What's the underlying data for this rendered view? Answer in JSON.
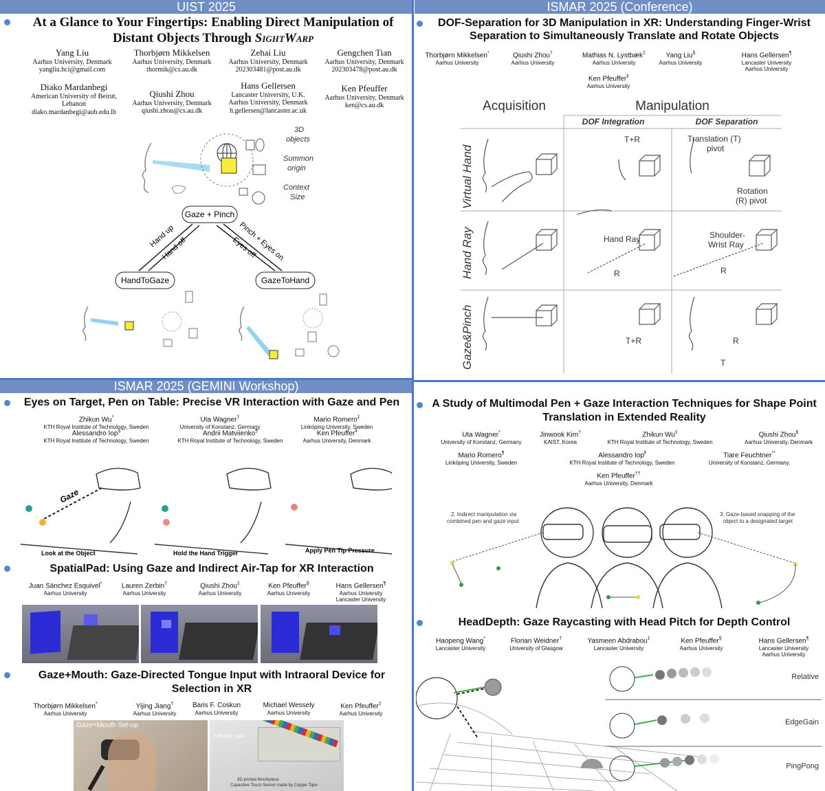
{
  "banners": {
    "uist": "UIST 2025",
    "ismar_conf": "ISMAR 2025 (Conference)",
    "ismar_workshop": "ISMAR 2025 (GEMINI Workshop)"
  },
  "sightwarp": {
    "title_line1": "At a Glance to Your Fingertips: Enabling Direct Manipulation of",
    "title_line2_prefix": "Distant Objects Through ",
    "title_line2_name": "SightWarp",
    "authors": [
      {
        "name": "Yang Liu",
        "aff": "Aarhus University, Denmark",
        "email": "yangliu.hci@gmail.com"
      },
      {
        "name": "Thorbjørn Mikkelsen",
        "aff": "Aarhus University, Denmark",
        "email": "thormik@cs.au.dk"
      },
      {
        "name": "Zehai Liu",
        "aff": "Aarhus University, Denmark",
        "email": "202303481@post.au.dk"
      },
      {
        "name": "Gengchen Tian",
        "aff": "Aarhus University, Denmark",
        "email": "202303478@post.au.dk"
      },
      {
        "name": "Diako Mardanbegi",
        "aff": "American University of Beirut,",
        "aff2": "Lebanon",
        "email": "diako.mardanbegi@aub.edu.lb"
      },
      {
        "name": "Qiushi Zhou",
        "aff": "Aarhus University, Denmark",
        "email": "qiushi.zhou@cs.au.dk"
      },
      {
        "name": "Hans Gellersen",
        "aff": "Lancaster University, U.K.",
        "aff2": "Aarhus University, Denmark",
        "email": "h.gellersen@lancaster.ac.uk"
      },
      {
        "name": "Ken Pfeuffer",
        "aff": "Aarhus University, Denmark",
        "email": "ken@cs.au.dk"
      }
    ],
    "figure": {
      "label_3d": "3D",
      "label_objects": "objects",
      "label_summon": "Summon",
      "label_origin": "origin",
      "label_context": "Context",
      "label_size": "Size",
      "node_gaze_pinch": "Gaze + Pinch",
      "node_hand_to_gaze": "HandToGaze",
      "node_gaze_to_hand": "GazeToHand",
      "edge_hand_up": "Hand up",
      "edge_hand_off": "Hand off",
      "edge_pinch_eyes_on": "Pinch + Eyes on",
      "edge_eyes_off": "Eyes off"
    }
  },
  "dof": {
    "title_line1": "DOF-Separation for 3D Manipulation in XR: Understanding Finger-Wrist",
    "title_line2": "Separation to Simultaneously Translate and Rotate Objects",
    "authors": [
      {
        "name": "Thorbjørn Mikkelsen",
        "sup": "*",
        "aff": "Aarhus University"
      },
      {
        "name": "Qiushi Zhou",
        "sup": "†",
        "aff": "Aarhus University"
      },
      {
        "name": "Mathias N. Lystbæk",
        "sup": "‡",
        "aff": "Aarhus University"
      },
      {
        "name": "Yang Liu",
        "sup": "§",
        "aff": "Aarhus University"
      },
      {
        "name": "Hans Gellersen",
        "sup": "¶",
        "aff": "Lancaster University",
        "aff2": "Aarhus University"
      },
      {
        "name": "Ken Pfeuffer",
        "sup": "‖",
        "aff": "Aarhus University"
      }
    ],
    "figure": {
      "col_acquisition": "Acquisition",
      "col_manipulation": "Manipulation",
      "sub_integration": "DOF Integration",
      "sub_separation": "DOF Separation",
      "row_virtual_hand": "Virtual Hand",
      "row_hand_ray": "Hand Ray",
      "row_gaze_pinch": "Gaze&Pinch",
      "lbl_tr": "T+R",
      "lbl_translation": "Translation (T)",
      "lbl_pivot": "pivot",
      "lbl_rotation": "Rotation",
      "lbl_rpivot": "(R) pivot",
      "lbl_hand_ray": "Hand Ray",
      "lbl_shoulder": "Shoulder-",
      "lbl_wrist_ray": "Wrist Ray",
      "lbl_r": "R",
      "lbl_t": "T"
    }
  },
  "eyes_on_target": {
    "title": "Eyes on Target, Pen on Table: Precise VR Interaction with Gaze and Pen",
    "authors": [
      {
        "name": "Zhikun Wu",
        "sup": "*",
        "aff": "KTH Royal Institute of Technology, Sweden"
      },
      {
        "name": "Uta Wagner",
        "sup": "†",
        "aff": "University of Konstanz, Germany"
      },
      {
        "name": "Mario Romero",
        "sup": "‡",
        "aff": "Linköping University, Sweden"
      },
      {
        "name": "Alessandro Iop",
        "sup": "§",
        "aff": "KTH Royal Institute of Technology, Sweden"
      },
      {
        "name": "Andrii Matviienko",
        "sup": "¶",
        "aff": "KTH Royal Institute of Technology, Sweden"
      },
      {
        "name": "Ken Pfeuffer",
        "sup": "‖",
        "aff": "Aarhus University, Denmark"
      }
    ],
    "figure": {
      "gaze": "Gaze",
      "cap1": "Look at the Object",
      "cap2": "Hold the Hand Trigger",
      "cap3": "Apply Pen Tip Pressure"
    }
  },
  "spatialpad": {
    "title": "SpatialPad: Using Gaze and Indirect Air-Tap for XR Interaction",
    "authors": [
      {
        "name": "Juan Sánchez Esquivel",
        "sup": "*",
        "aff": "Aarhus University"
      },
      {
        "name": "Lauren Zerbin",
        "sup": "†",
        "aff": "Aarhus University"
      },
      {
        "name": "Qiushi Zhou",
        "sup": "‡",
        "aff": "Aarhus University"
      },
      {
        "name": "Ken Pfeuffer",
        "sup": "§",
        "aff": "Aarhus University"
      },
      {
        "name": "Hans Gellersen",
        "sup": "¶",
        "aff": "Aarhus University",
        "aff2": "Lancaster University"
      }
    ]
  },
  "gaze_mouth": {
    "title_line1": "Gaze+Mouth: Gaze-Directed Tongue Input with Intraoral Device for",
    "title_line2": "Selection in XR",
    "authors": [
      {
        "name": "Thorbjørn Mikkelsen",
        "sup": "*",
        "aff": "Aarhus University"
      },
      {
        "name": "Yijing Jiang",
        "sup": "†",
        "aff": "Aarhus University"
      },
      {
        "name": "Baris F. Coskun",
        "sup": "",
        "aff": "Aarhus University"
      },
      {
        "name": "Michael Wessely",
        "sup": "",
        "aff": "Aarhus University"
      },
      {
        "name": "Ken Pfeuffer",
        "sup": "‡",
        "aff": "Aarhus University"
      }
    ],
    "photo_label": "Gaze+Mouth Set-up",
    "photo_label2": "Indicator Light",
    "photo_label3": "3D-printed Mouthpiece",
    "photo_label4": "Capacitive Touch Sensor made by Copper Tape"
  },
  "pen_gaze": {
    "title_line1": "A Study of Multimodal Pen + Gaze Interaction Techniques for Shape Point",
    "title_line2": "Translation in Extended Reality",
    "authors": [
      {
        "name": "Uta Wagner",
        "sup": "*",
        "aff": "University of Konstanz, Germany"
      },
      {
        "name": "Jinwook Kim",
        "sup": "†",
        "aff": "KAIST, Korea"
      },
      {
        "name": "Zhikun Wu",
        "sup": "‡",
        "aff": "KTH Royal Institute of Technology, Sweden"
      },
      {
        "name": "Qiushi Zhou",
        "sup": "§",
        "aff": "Aarhus University, Denmark"
      },
      {
        "name": "Mario Romero",
        "sup": "¶",
        "aff": "Linköping University, Sweden"
      },
      {
        "name": "Alessandro Iop",
        "sup": "‖",
        "aff": "KTH Royal Institute of Technology, Sweden"
      },
      {
        "name": "Tiare Feuchtner",
        "sup": "**",
        "aff": "University of Konstanz, Germany."
      },
      {
        "name": "Ken Pfeuffer",
        "sup": "††",
        "aff": "Aarhus University, Denmark"
      }
    ],
    "figure": {
      "note2_line1": "2. Indirect manipulation via",
      "note2_line2": "combined pen and gaze input",
      "note3_line1": "3. Gaze-based snapping of the",
      "note3_line2": "object to a designated target"
    }
  },
  "headdepth": {
    "title": "HeadDepth: Gaze Raycasting with Head Pitch for Depth Control",
    "authors": [
      {
        "name": "Haopeng Wang",
        "sup": "*",
        "aff": "Lancaster University"
      },
      {
        "name": "Florian Weidner",
        "sup": "†",
        "aff": "University of Glasgow"
      },
      {
        "name": "Yasmeen Abdrabou",
        "sup": "‡",
        "aff": "Lancaster University"
      },
      {
        "name": "Ken Pfeuffer",
        "sup": "§",
        "aff": "Aarhus University"
      },
      {
        "name": "Hans Gellersen",
        "sup": "¶",
        "aff": "Lancaster University",
        "aff2": "Aarhus University"
      }
    ],
    "figure": {
      "relative": "Relative",
      "edgegain": "EdgeGain",
      "pingpong": "PingPong"
    }
  }
}
